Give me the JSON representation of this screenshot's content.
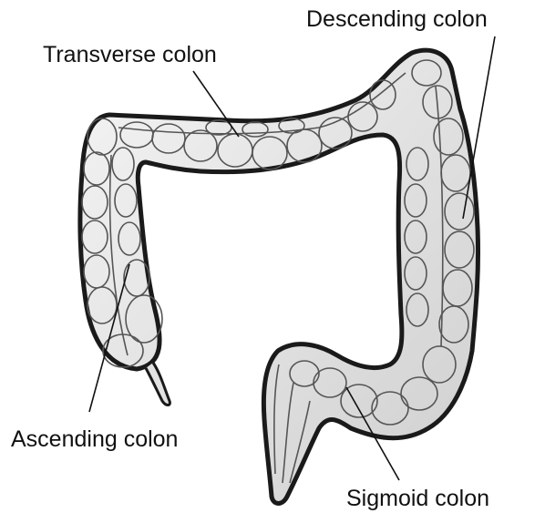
{
  "labels": {
    "transverse": "Transverse colon",
    "descending": "Descending colon",
    "ascending": "Ascending colon",
    "sigmoid": "Sigmoid colon"
  }
}
